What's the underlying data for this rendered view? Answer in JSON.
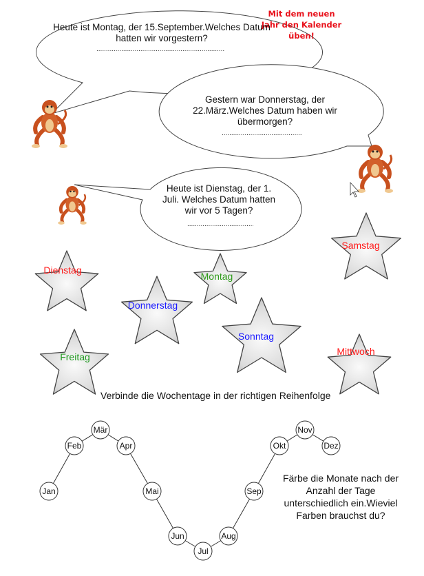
{
  "title": "Mit dem neuen Jahr den Kalender üben!",
  "bubbles": [
    {
      "text": "Heute ist Montag, der 15.September.Welches Datum hatten wir vorgestern?",
      "answer": "......................................................................."
    },
    {
      "text": "Gestern war Donnerstag, der 22.März.Welches Datum haben wir übermorgen?",
      "answer": "............................................"
    },
    {
      "text": "Heute ist Dienstag, der 1. Juli. Welches Datum hatten wir vor 5 Tagen?",
      "answer": "...................................."
    }
  ],
  "days": [
    {
      "label": "Dienstag",
      "color": "#ff1a1a"
    },
    {
      "label": "Montag",
      "color": "#2e9a1a"
    },
    {
      "label": "Samstag",
      "color": "#ff1a1a"
    },
    {
      "label": "Donnerstag",
      "color": "#1a1aff"
    },
    {
      "label": "Sonntag",
      "color": "#1a1aff"
    },
    {
      "label": "Freitag",
      "color": "#1f9a1f"
    },
    {
      "label": "Mittwoch",
      "color": "#ff1a1a"
    }
  ],
  "days_instruction": "Verbinde die Wochentage in der richtigen Reihenfolge",
  "months": [
    "Jan",
    "Feb",
    "Mär",
    "Apr",
    "Mai",
    "Jun",
    "Jul",
    "Aug",
    "Sep",
    "Okt",
    "Nov",
    "Dez"
  ],
  "months_task": "Färbe die Monate nach der Anzahl der Tage unterschiedlich ein.Wieviel Farben brauchst du?"
}
